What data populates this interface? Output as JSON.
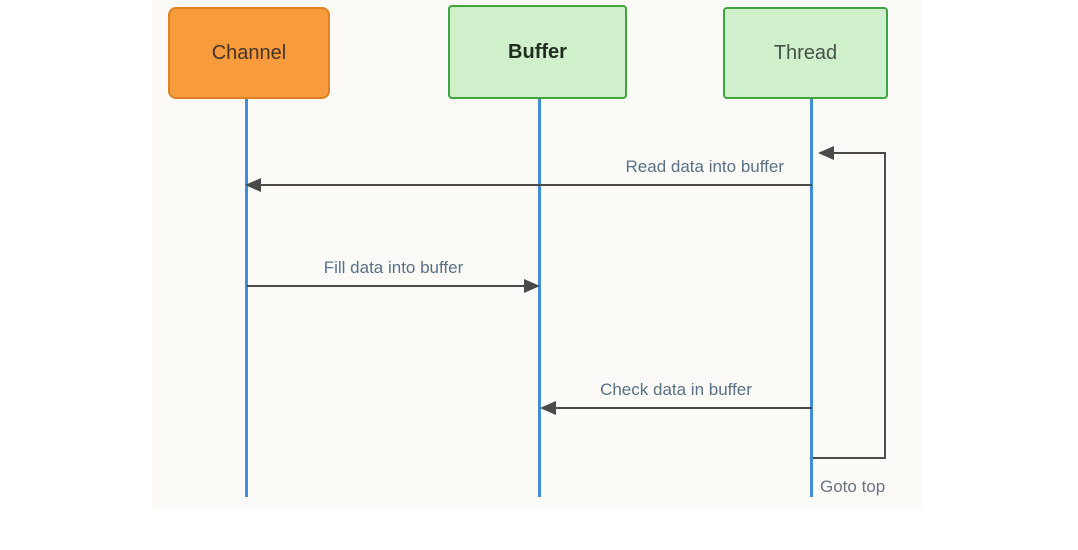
{
  "diagram": {
    "type": "sequence-diagram",
    "actors": [
      {
        "id": "channel",
        "label": "Channel",
        "fill": "#f89b3c",
        "border": "#de8324"
      },
      {
        "id": "buffer",
        "label": "Buffer",
        "fill": "#cff0ca",
        "border": "#3fa43f"
      },
      {
        "id": "thread",
        "label": "Thread",
        "fill": "#cff0ca",
        "border": "#3fa43f"
      }
    ],
    "messages": [
      {
        "label": "Read data into buffer",
        "from": "thread",
        "to": "channel",
        "kind": "straight"
      },
      {
        "label": "Fill data into buffer",
        "from": "channel",
        "to": "buffer",
        "kind": "straight"
      },
      {
        "label": "Check data in buffer",
        "from": "thread",
        "to": "buffer",
        "kind": "straight"
      },
      {
        "label": "Goto top",
        "from": "thread",
        "to": "thread",
        "kind": "self-loop"
      }
    ],
    "colors": {
      "lifeline": "#3e8ed8",
      "arrow": "#4a4a4a",
      "message_text": "#587186",
      "canvas_background": "#fbfaf6",
      "page_background": "#ffffff"
    }
  }
}
